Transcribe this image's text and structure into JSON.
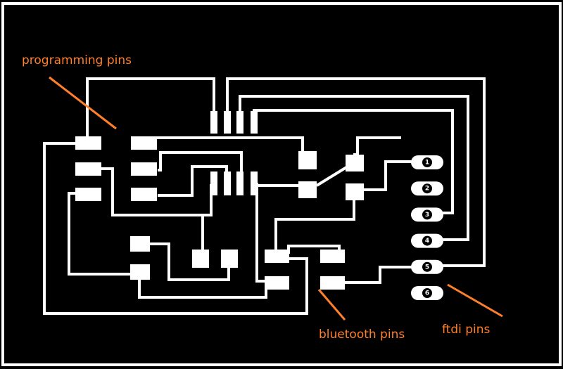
{
  "annotations": {
    "programming_label": "programming pins",
    "bluetooth_label": "bluetooth pins",
    "ftdi_label": "ftdi pins"
  },
  "ftdi_pins": [
    "1",
    "2",
    "3",
    "4",
    "5",
    "6"
  ],
  "colors": {
    "background": "#000000",
    "trace": "#ffffff",
    "annotation": "#ff7f2a"
  }
}
